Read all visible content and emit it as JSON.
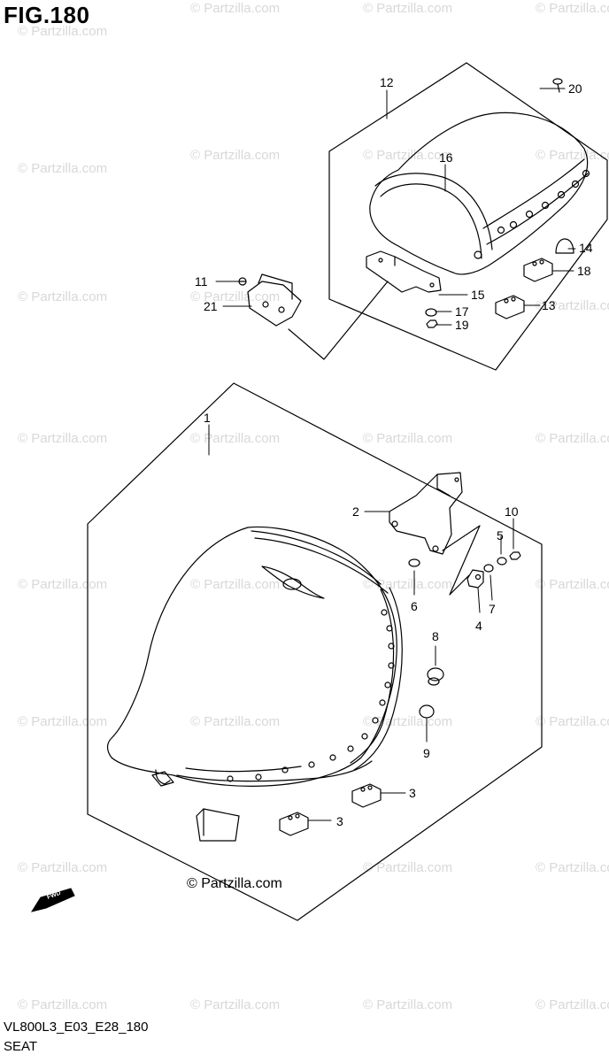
{
  "figure": {
    "title": "FIG.180",
    "code": "VL800L3_E03_E28_180",
    "name": "SEAT"
  },
  "watermark": {
    "text": "© Partzilla.com",
    "color": "#d8d8d8"
  },
  "brand_mark": "© Partzilla.com",
  "fwd_label": "FWD",
  "callouts": [
    "1",
    "2",
    "3",
    "3",
    "4",
    "5",
    "6",
    "7",
    "8",
    "9",
    "10",
    "11",
    "12",
    "13",
    "14",
    "15",
    "16",
    "17",
    "18",
    "19",
    "20",
    "21"
  ],
  "colors": {
    "line": "#000000",
    "background": "#ffffff"
  }
}
